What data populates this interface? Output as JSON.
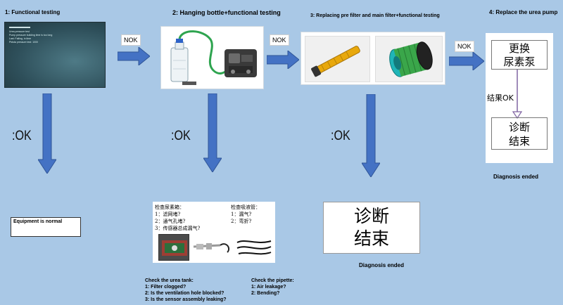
{
  "steps": {
    "s1": "1: Functional testing",
    "s2": "2: Hanging bottle+functional testing",
    "s3": "3: Replacing pre filter and main filter+functional testing",
    "s4": "4: Replace the urea pump"
  },
  "nok": [
    "NOK",
    "NOK",
    "NOK"
  ],
  "ok": [
    ":OK",
    ":OK",
    ":OK"
  ],
  "screen_text": [
    "Urea pressure test",
    "Pump pressure building time is too long",
    "Last: Failing, in time",
    "Ptdsta pressure test: 1000"
  ],
  "equipment_normal": "Equipment is normal",
  "replace_pump_cn": [
    "更换",
    "尿素泵"
  ],
  "result_ok": "结果OK",
  "diag_end_cn": [
    "诊断",
    "结束"
  ],
  "diag_end_cn2": [
    "诊断",
    "结束"
  ],
  "diagnosis_ended_1": "Diagnosis ended",
  "diagnosis_ended_2": "Diagnosis ended",
  "inspect_cn": {
    "tank_title": "检查尿素箱：",
    "tank_items": [
      "1：滤网堵?",
      "2：通气孔堵?",
      "3：传感器总成漏气?"
    ],
    "pipe_title": "检查吸液管：",
    "pipe_items": [
      "1：漏气?",
      "2：弯折?"
    ]
  },
  "check_tank": {
    "title": "Check the urea tank:",
    "items": [
      "1: Filter clogged?",
      "2: Is the ventilation hole blocked?",
      "3: Is the sensor assembly leaking?"
    ]
  },
  "check_pipe": {
    "title": "Check the pipette:",
    "items": [
      "1: Air leakage?",
      "2: Bending?"
    ]
  },
  "colors": {
    "background": "#a9c8e6",
    "arrow": "#4472c4",
    "arrow_dark": "#2f5597",
    "purple": "#8064a2",
    "filter_yellow": "#e8a80c",
    "filter_green": "#3aa64a",
    "teal": "#1fb5b8"
  },
  "icons": [
    "down-arrow-icon",
    "right-arrow-icon",
    "urea-bottle-icon",
    "pump-icon",
    "filter-icon"
  ]
}
